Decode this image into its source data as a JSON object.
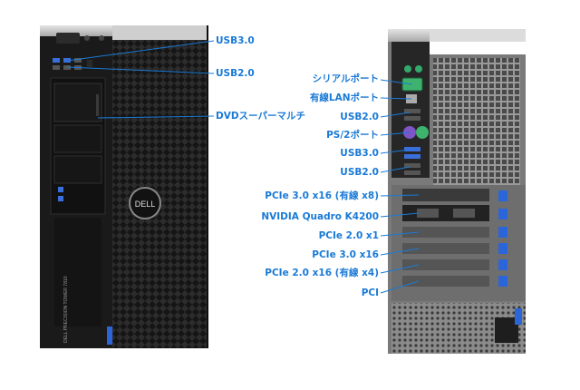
{
  "front_tower": {
    "brand_badge": "DELL",
    "model_text": "DELL PRECISION TOWER 7810"
  },
  "front_labels": [
    {
      "key": "usb3",
      "text": "USB3.0"
    },
    {
      "key": "usb2",
      "text": "USB2.0"
    },
    {
      "key": "dvd",
      "text": "DVDスーパーマルチ"
    }
  ],
  "rear_labels": [
    {
      "key": "serial",
      "text": "シリアルポート"
    },
    {
      "key": "lan",
      "text": "有線LANポート"
    },
    {
      "key": "usb2a",
      "text": "USB2.0"
    },
    {
      "key": "ps2",
      "text": "PS/2ポート"
    },
    {
      "key": "usb3",
      "text": "USB3.0"
    },
    {
      "key": "usb2b",
      "text": "USB2.0"
    },
    {
      "key": "pcie3x16x8",
      "text": "PCIe 3.0 x16 (有線 x8)"
    },
    {
      "key": "gpu",
      "text": "NVIDIA Quadro K4200"
    },
    {
      "key": "pcie2x1",
      "text": "PCIe 2.0 x1"
    },
    {
      "key": "pcie3x16",
      "text": "PCIe 3.0 x16"
    },
    {
      "key": "pcie2x16x4",
      "text": "PCIe 2.0 x16 (有線 x4)"
    },
    {
      "key": "pci",
      "text": "PCI"
    }
  ],
  "colors": {
    "label_blue": "#1a7ad6",
    "tower_black": "#141414",
    "rear_gray": "#8e8e8e",
    "slot_blue": "#2a66d9",
    "serial_green": "#3fb36d",
    "ps2_purple": "#7d55c7"
  }
}
